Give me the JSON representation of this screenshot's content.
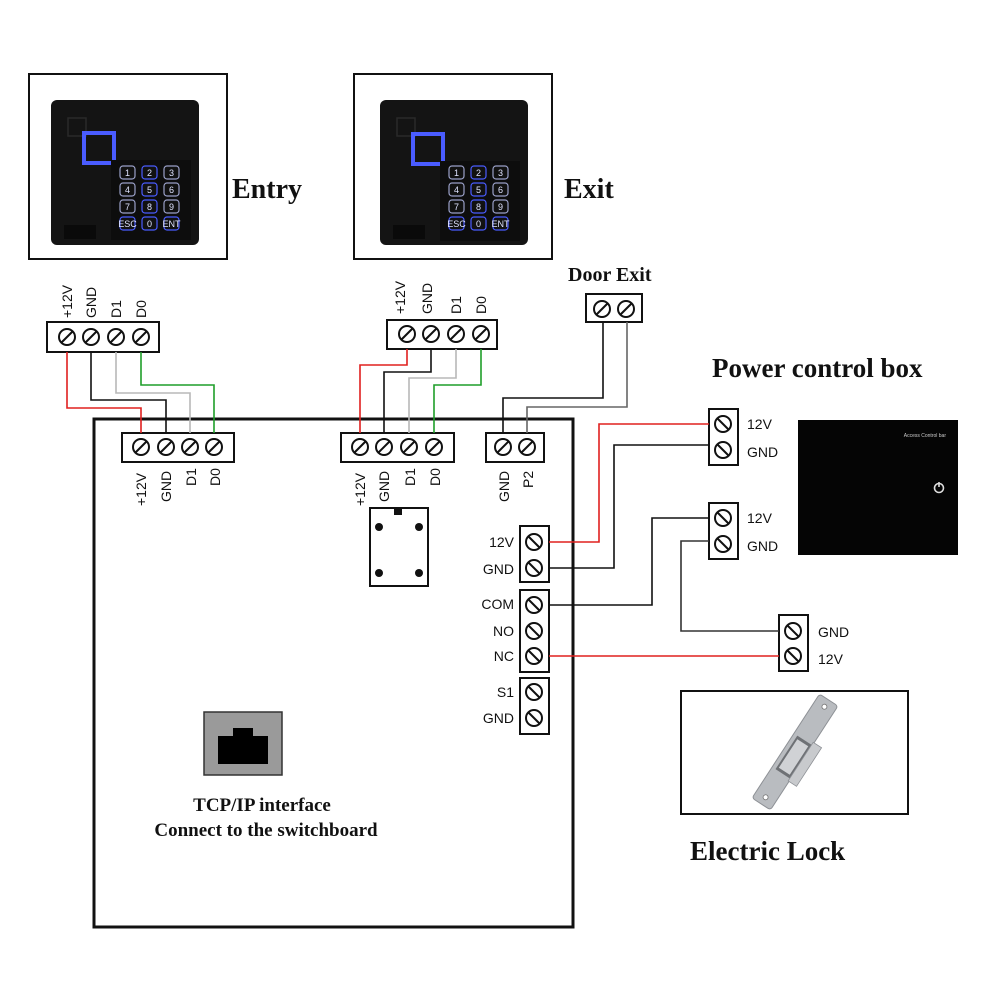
{
  "title": "Access Control Wiring Diagram",
  "readers": {
    "entry": {
      "label": "Entry",
      "pins": [
        "+12V",
        "GND",
        "D1",
        "D0"
      ]
    },
    "exit": {
      "label": "Exit",
      "pins": [
        "+12V",
        "GND",
        "D1",
        "D0"
      ]
    },
    "keypad_keys": [
      "1",
      "2",
      "3",
      "4",
      "5",
      "6",
      "7",
      "8",
      "9",
      "ESC",
      "0",
      "ENT"
    ]
  },
  "door_exit": {
    "label": "Door Exit"
  },
  "controller": {
    "reader1_pins": [
      "+12V",
      "GND",
      "D1",
      "D0"
    ],
    "reader2_pins": [
      "+12V",
      "GND",
      "D1",
      "D0"
    ],
    "button_pins": [
      "GND",
      "P2"
    ],
    "power_pins": [
      "12V",
      "GND"
    ],
    "relay_pins": [
      "COM",
      "NO",
      "NC"
    ],
    "sensor_pins": [
      "S1",
      "GND"
    ],
    "tcp_label": "TCP/IP interface",
    "tcp_sublabel": "Connect to the switchboard"
  },
  "power_box": {
    "title": "Power control box",
    "device_label": "Access Control bar",
    "output1_pins": [
      "12V",
      "GND"
    ],
    "output2_pins": [
      "12V",
      "GND"
    ]
  },
  "lock": {
    "label": "Electric Lock",
    "pins": [
      "GND",
      "12V"
    ]
  },
  "colors": {
    "wire_red": "#e0201f",
    "wire_black": "#111111",
    "wire_gray": "#b8b8b8",
    "wire_green": "#1f9e2a",
    "keypad_glow": "#4a5cff",
    "rj45_gray": "#9a9a9a"
  }
}
